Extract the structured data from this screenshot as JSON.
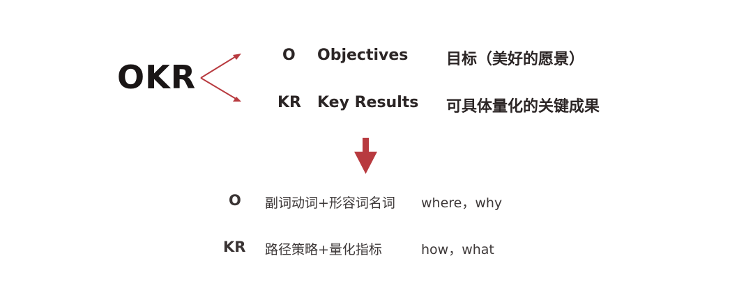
{
  "title": "OKR",
  "accent_color": "#b83a3f",
  "definitions": [
    {
      "abbr": "O",
      "term": "Objectives",
      "meaning": "目标（美好的愿景）"
    },
    {
      "abbr": "KR",
      "term": "Key Results",
      "meaning": "可具体量化的关键成果"
    }
  ],
  "formulas": [
    {
      "abbr": "O",
      "formula": "副词动词+形容词名词",
      "questions": "where，why"
    },
    {
      "abbr": "KR",
      "formula": "路径策略+量化指标",
      "questions": "how，what"
    }
  ]
}
